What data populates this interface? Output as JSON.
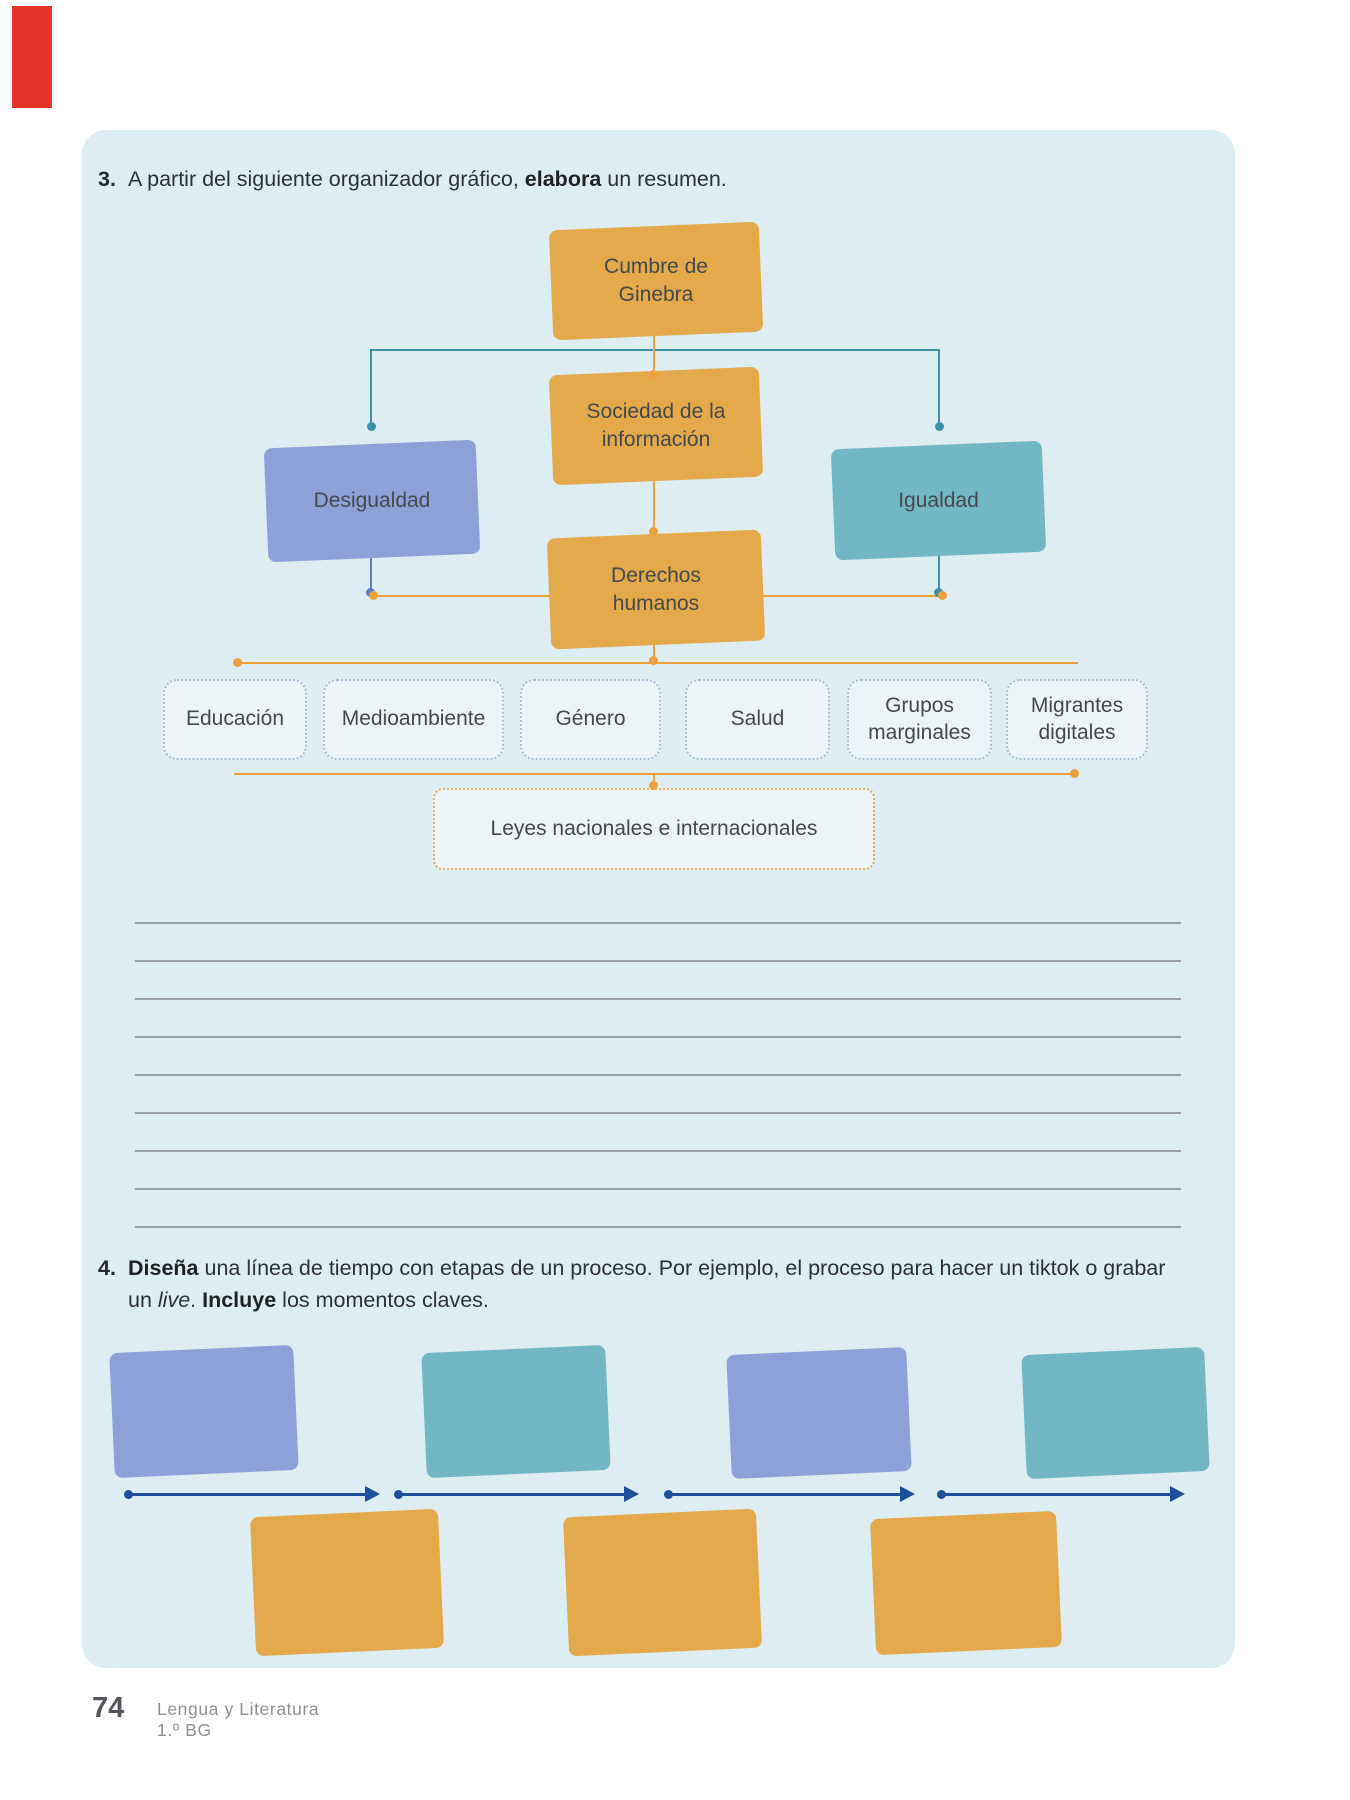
{
  "exercise3": {
    "number": "3.",
    "text_pre": "A partir del siguiente organizador gráfico, ",
    "text_bold": "elabora",
    "text_post": " un resumen."
  },
  "organizer": {
    "root": "Cumbre de Ginebra",
    "level2": "Sociedad de la información",
    "left_branch": "Desigualdad",
    "right_branch": "Igualdad",
    "center": "Derechos humanos",
    "topics": [
      "Educación",
      "Medioambiente",
      "Género",
      "Salud",
      "Grupos marginales",
      "Migrantes digitales"
    ],
    "bottom": "Leyes nacionales e internacionales"
  },
  "exercise4": {
    "number": "4.",
    "line1_bold": "Diseña",
    "line1_rest": " una línea de tiempo con etapas de un proceso. Por ejemplo, el proceso para hacer un tiktok o grabar",
    "line2_pre": "un ",
    "line2_italic": "live",
    "line2_mid": ". ",
    "line2_bold": "Incluye",
    "line2_post": " los momentos claves."
  },
  "footer": {
    "page_number": "74",
    "subject_line1": "Lengua y Literatura",
    "subject_line2": "1.º BG"
  },
  "colors": {
    "panel_bg": "#deedf2",
    "tab_red": "#e5332b",
    "connector_orange": "#eda13c",
    "connector_teal": "#3e92a8",
    "connector_blue": "#5b7fc4",
    "shadow_orange": "#e3a94b",
    "shadow_blue": "#8ba1d8",
    "shadow_teal": "#72b7c3",
    "timeline_arrow_blue": "#1d4f9b",
    "writing_line_gray": "#9aa0a4"
  }
}
